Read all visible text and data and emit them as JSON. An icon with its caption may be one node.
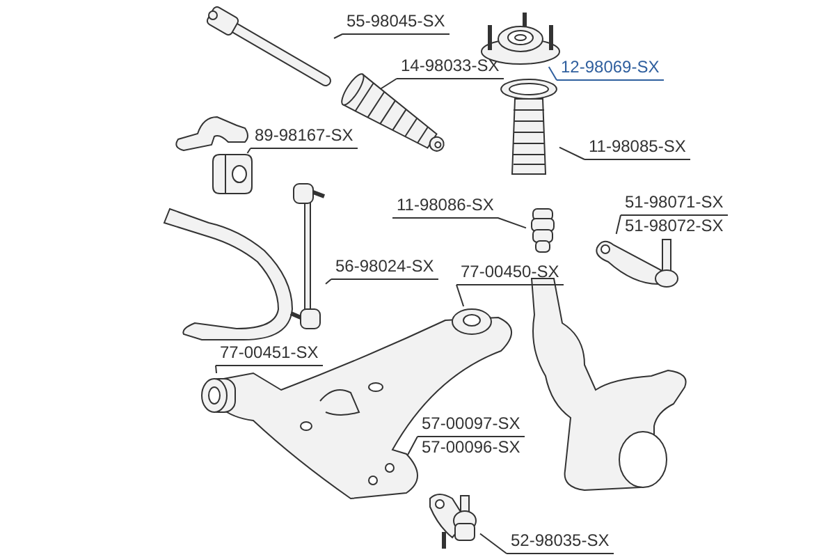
{
  "diagram": {
    "nodes": [
      {
        "text": [
          "55-98045-SX"
        ]
      },
      {
        "text": [],
        "shape": "picture"
      },
      {
        "text": [
          "14-98033-SX"
        ]
      },
      {
        "text": [],
        "shape": "picture"
      },
      {
        "text": [
          "12-98069-SX"
        ]
      },
      {
        "text": [],
        "shape": "picture"
      },
      {
        "text": [
          "89-98167-SX"
        ]
      },
      {
        "text": [],
        "shape": "picture"
      },
      {
        "text": [
          "11-98085-SX"
        ]
      },
      {
        "text": [],
        "shape": "picture"
      },
      {
        "text": [
          "11-98086-SX"
        ]
      },
      {
        "text": [],
        "shape": "picture"
      },
      {
        "text": [
          "51-98071-SX",
          "51-98072-SX"
        ]
      },
      {
        "text": [],
        "shape": "picture"
      },
      {
        "text": [
          "56-98024-SX"
        ]
      },
      {
        "text": [],
        "shape": "picture"
      },
      {
        "text": [
          "77-00450-SX"
        ]
      },
      {
        "text": [],
        "shape": "picture"
      },
      {
        "text": [],
        "shape": "picture",
        "in": 17
      },
      {
        "text": [
          "77-00451-SX"
        ]
      },
      {
        "text": [],
        "shape": "picture",
        "in": 17
      },
      {
        "text": [
          "57-00097-SX",
          "57-00096-SX"
        ]
      },
      {
        "text": [
          "52-98035-SX"
        ]
      },
      {
        "text": [],
        "shape": "picture"
      }
    ],
    "edges": [
      {
        "from": 0,
        "to": 1,
        "arrow": "none"
      },
      {
        "from": 2,
        "to": 3,
        "arrow": "none"
      },
      {
        "from": 4,
        "to": 5,
        "arrow": "none",
        "color": "#2f5f9e"
      },
      {
        "from": 6,
        "to": 7,
        "arrow": "none"
      },
      {
        "from": 8,
        "to": 9,
        "arrow": "none"
      },
      {
        "from": 10,
        "to": 11,
        "arrow": "none"
      },
      {
        "from": 12,
        "to": 13,
        "arrow": "none"
      },
      {
        "from": 14,
        "to": 15,
        "arrow": "none"
      },
      {
        "from": 16,
        "to": 18,
        "arrow": "none"
      },
      {
        "from": 19,
        "to": 20,
        "arrow": "none"
      },
      {
        "from": 21,
        "to": 17,
        "arrow": "none"
      },
      {
        "from": 22,
        "to": 23,
        "arrow": "none"
      }
    ]
  }
}
